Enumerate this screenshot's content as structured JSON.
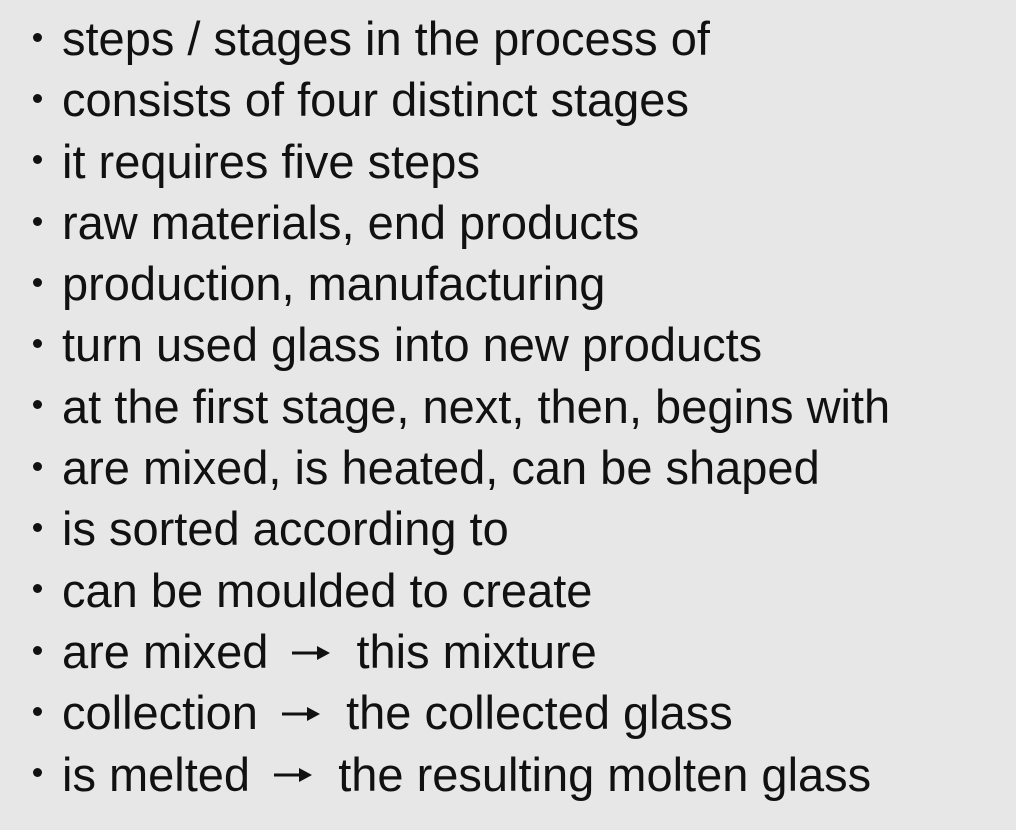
{
  "list": {
    "items": [
      {
        "text": "steps / stages in the process of"
      },
      {
        "text": "consists of four distinct stages"
      },
      {
        "text": "it requires five steps"
      },
      {
        "text": "raw materials, end products"
      },
      {
        "text": "production, manufacturing"
      },
      {
        "text": "turn used glass into new products"
      },
      {
        "text": "at the first stage, next, then, begins with"
      },
      {
        "text": "are mixed, is heated, can be shaped"
      },
      {
        "text": "is sorted according to"
      },
      {
        "text": "can be moulded to create"
      },
      {
        "left": "are mixed",
        "arrow_icon": "right-arrow-icon",
        "right": "this mixture"
      },
      {
        "left": "collection",
        "arrow_icon": "right-arrow-icon",
        "right": "the collected glass"
      },
      {
        "left": "is melted",
        "arrow_icon": "right-arrow-icon",
        "right": "the resulting molten glass"
      }
    ]
  },
  "colors": {
    "background": "#e7e7e7",
    "text": "#111111"
  }
}
